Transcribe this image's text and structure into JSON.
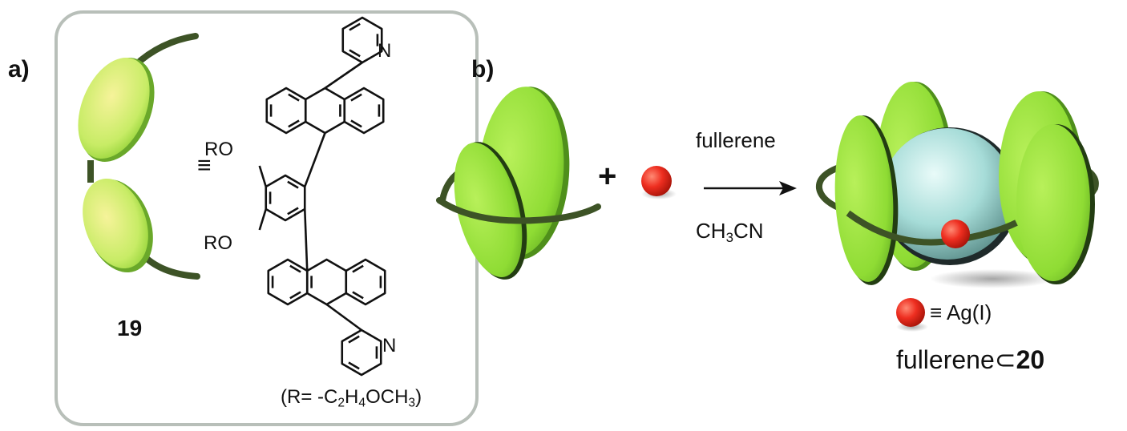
{
  "panels": {
    "a": {
      "label": "a)"
    },
    "b": {
      "label": "b)"
    }
  },
  "compound_19": {
    "number": "19",
    "equiv_symbol": "≡",
    "substituent_1": "RO",
    "substituent_2": "RO",
    "pyridine_atom_1": "N",
    "pyridine_atom_2": "N",
    "r_group_prefix": "(R= -C",
    "r_group_sub1": "2",
    "r_group_mid": "H",
    "r_group_sub2": "4",
    "r_group_mid2": "OCH",
    "r_group_sub3": "3",
    "r_group_suffix": ")"
  },
  "reaction": {
    "plus": "+",
    "reagent": "fullerene",
    "solvent_a": "CH",
    "solvent_sub": "3",
    "solvent_b": "CN"
  },
  "legend": {
    "equiv_symbol": "≡",
    "metal": "Ag(I)"
  },
  "product": {
    "name": "fullerene",
    "subset": "⊂",
    "number": "20"
  },
  "colors": {
    "ring_fill": "#9be53c",
    "ring_fill_pale": "#f4f28c",
    "strap": "#3d5326",
    "box_border": "#b8bfb9",
    "silver_ion": "#e0261b",
    "fullerene": "#9fd8d4"
  }
}
